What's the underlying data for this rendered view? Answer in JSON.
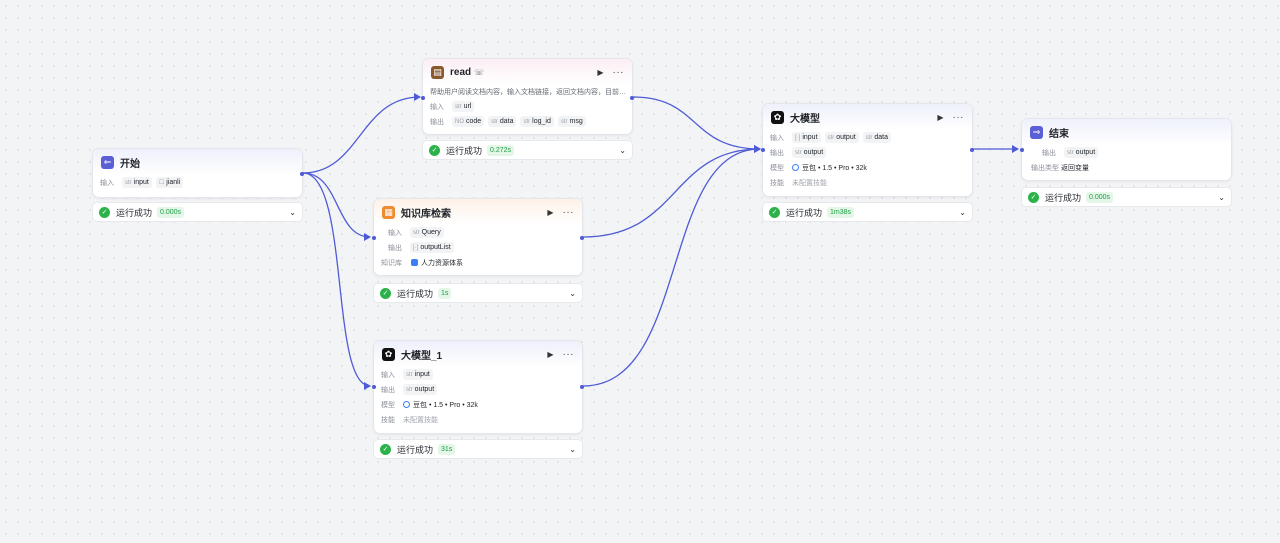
{
  "canvas": {
    "edge_color": "#4e5bd6",
    "success_color": "#2bb34a"
  },
  "start": {
    "title": "开始",
    "input_label": "输入",
    "inputs": [
      {
        "type": "str",
        "name": "input"
      },
      {
        "type": "☐",
        "name": "jianli"
      }
    ],
    "status": "运行成功",
    "time": "0.000s"
  },
  "read": {
    "title": "read",
    "title_badge": "☏",
    "description": "帮助用户阅读文档内容，输入文档链接，返回文档内容，目前…",
    "input_label": "输入",
    "inputs": [
      {
        "type": "str",
        "name": "url"
      }
    ],
    "output_label": "输出",
    "outputs": [
      {
        "type": "NO",
        "name": "code"
      },
      {
        "type": "str",
        "name": "data"
      },
      {
        "type": "str",
        "name": "log_id"
      },
      {
        "type": "str",
        "name": "msg"
      }
    ],
    "status": "运行成功",
    "time": "0.272s"
  },
  "kb": {
    "title": "知识库检索",
    "input_label": "输入",
    "inputs": [
      {
        "type": "str",
        "name": "Query"
      }
    ],
    "output_label": "输出",
    "outputs": [
      {
        "type": "[·]",
        "name": "outputList"
      }
    ],
    "kb_label": "知识库",
    "kb_name": "人力资源体系",
    "status": "运行成功",
    "time": "1s"
  },
  "llm1": {
    "title": "大模型_1",
    "input_label": "输入",
    "inputs": [
      {
        "type": "str",
        "name": "input"
      }
    ],
    "output_label": "输出",
    "outputs": [
      {
        "type": "str",
        "name": "output"
      }
    ],
    "model_label": "模型",
    "model": "豆包 • 1.5 • Pro • 32k",
    "skill_label": "技能",
    "skill": "未配置技能",
    "status": "运行成功",
    "time": "31s"
  },
  "llm": {
    "title": "大模型",
    "input_label": "输入",
    "inputs": [
      {
        "type": "[·]",
        "name": "input"
      },
      {
        "type": "str",
        "name": "output"
      },
      {
        "type": "str",
        "name": "data"
      }
    ],
    "output_label": "输出",
    "outputs": [
      {
        "type": "str",
        "name": "output"
      }
    ],
    "model_label": "模型",
    "model": "豆包 • 1.5 • Pro • 32k",
    "skill_label": "技能",
    "skill": "未配置技能",
    "status": "运行成功",
    "time": "1m38s"
  },
  "end": {
    "title": "结束",
    "output_label": "输出",
    "outputs": [
      {
        "type": "str",
        "name": "output"
      }
    ],
    "output_type_label": "输出类型",
    "output_type": "返回变量",
    "status": "运行成功",
    "time": "0.000s"
  },
  "icons": {
    "run": "play-icon",
    "more": "more-icon",
    "status": "check-circle-icon",
    "expand": "chevron-down-icon"
  }
}
